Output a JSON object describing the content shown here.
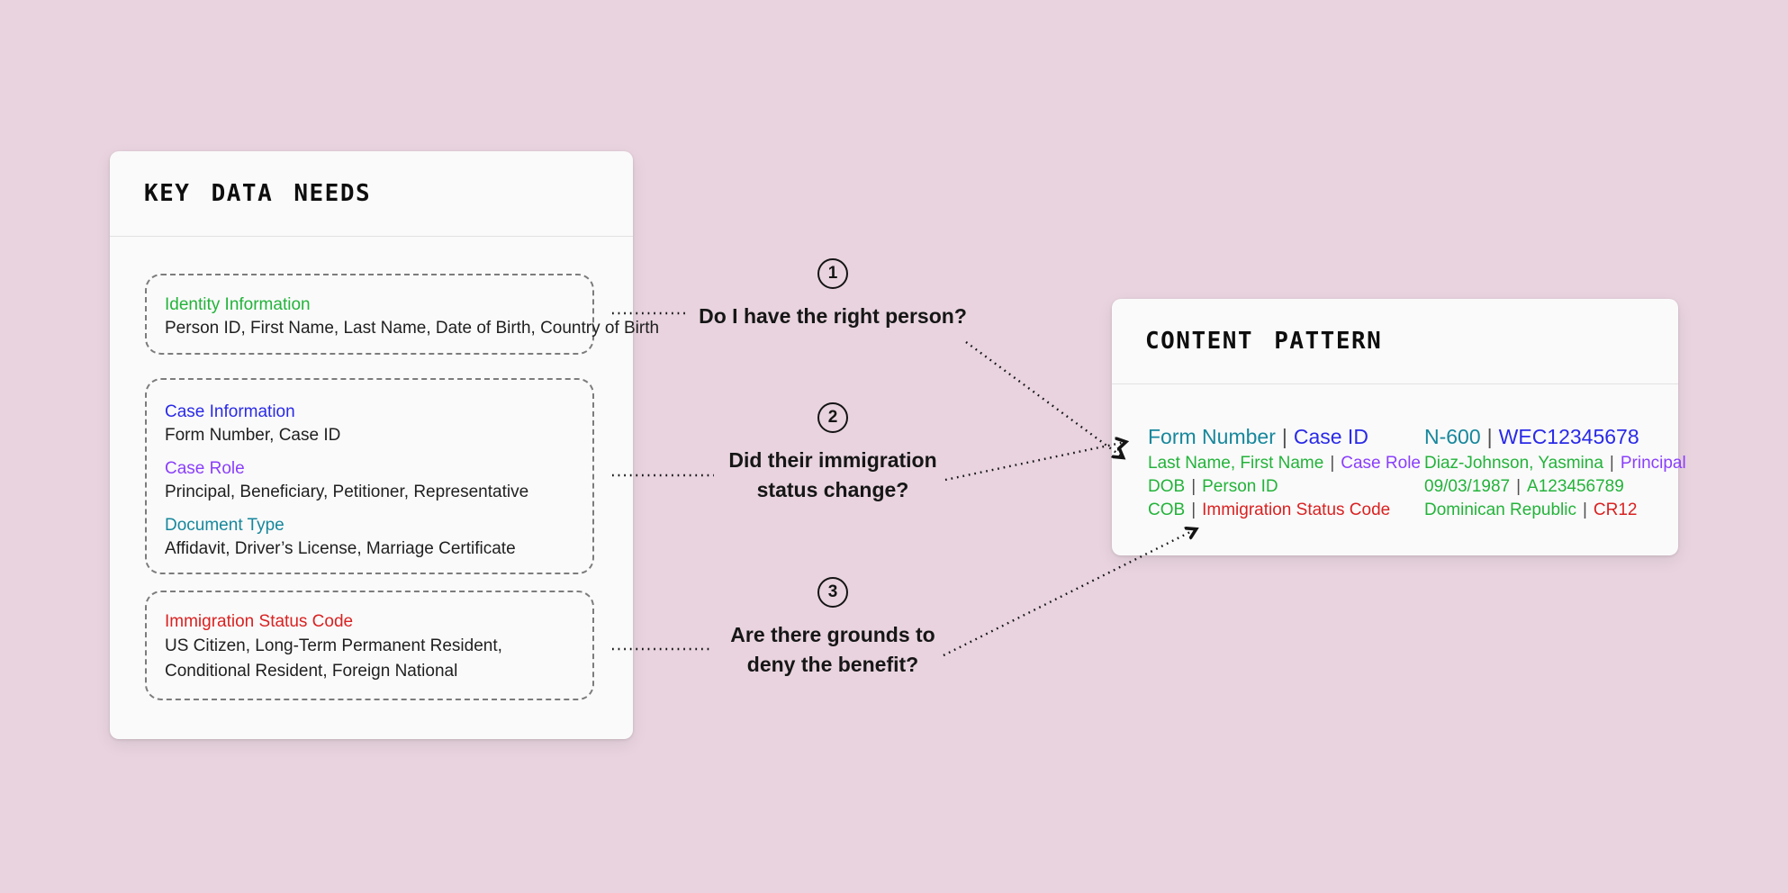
{
  "colors": {
    "green": "#23b33a",
    "blue": "#2a2ae8",
    "purple": "#8a3ffc",
    "teal": "#17879c",
    "red": "#da2121",
    "pipe": "#4f4f4f",
    "ink": "#161616",
    "background": "#e8d3de"
  },
  "key_data": {
    "title": "KEY DATA NEEDS",
    "boxes": [
      {
        "entries": [
          {
            "label": "Identity Information",
            "color": "#23b33a",
            "desc": "Person ID, First Name, Last Name, Date of Birth, Country of Birth"
          }
        ]
      },
      {
        "entries": [
          {
            "label": "Case Information",
            "color": "#2a2ae8",
            "desc": "Form Number, Case ID"
          },
          {
            "label": "Case Role",
            "color": "#8a3ffc",
            "desc": "Principal, Beneficiary, Petitioner, Representative"
          },
          {
            "label": "Document Type",
            "color": "#17879c",
            "desc": "Affidavit, Driver’s License, Marriage Certificate"
          }
        ]
      },
      {
        "entries": [
          {
            "label": "Immigration Status Code",
            "color": "#da2121",
            "desc": "US Citizen, Long-Term Permanent Resident,\nConditional Resident, Foreign National"
          }
        ]
      }
    ]
  },
  "questions": [
    {
      "number": "1",
      "text": "Do I have the right person?"
    },
    {
      "number": "2",
      "text": "Did their immigration\nstatus change?"
    },
    {
      "number": "3",
      "text": "Are there grounds to\ndeny the benefit?"
    }
  ],
  "content_pattern": {
    "title": "CONTENT PATTERN",
    "rows": [
      {
        "label": [
          {
            "t": "Form Number",
            "c": "#17879c"
          },
          {
            "t": "|",
            "c": "#4f4f4f"
          },
          {
            "t": "Case ID",
            "c": "#2a2ae8"
          }
        ],
        "value": [
          {
            "t": "N-600",
            "c": "#17879c"
          },
          {
            "t": "|",
            "c": "#4f4f4f"
          },
          {
            "t": "WEC12345678",
            "c": "#2a2ae8"
          }
        ]
      },
      {
        "label": [
          {
            "t": "Last Name, First Name",
            "c": "#23b33a"
          },
          {
            "t": "|",
            "c": "#4f4f4f"
          },
          {
            "t": "Case Role",
            "c": "#8a3ffc"
          }
        ],
        "value": [
          {
            "t": "Diaz-Johnson, Yasmina",
            "c": "#23b33a"
          },
          {
            "t": "|",
            "c": "#4f4f4f"
          },
          {
            "t": "Principal",
            "c": "#8a3ffc"
          }
        ]
      },
      {
        "label": [
          {
            "t": "DOB",
            "c": "#23b33a"
          },
          {
            "t": "|",
            "c": "#4f4f4f"
          },
          {
            "t": "Person ID",
            "c": "#23b33a"
          }
        ],
        "value": [
          {
            "t": "09/03/1987",
            "c": "#23b33a"
          },
          {
            "t": "|",
            "c": "#4f4f4f"
          },
          {
            "t": "A123456789",
            "c": "#23b33a"
          }
        ]
      },
      {
        "label": [
          {
            "t": "COB",
            "c": "#23b33a"
          },
          {
            "t": "|",
            "c": "#4f4f4f"
          },
          {
            "t": "Immigration Status Code",
            "c": "#da2121"
          }
        ],
        "value": [
          {
            "t": "Dominican Republic",
            "c": "#23b33a"
          },
          {
            "t": "|",
            "c": "#4f4f4f"
          },
          {
            "t": "CR12",
            "c": "#da2121"
          }
        ]
      }
    ]
  }
}
